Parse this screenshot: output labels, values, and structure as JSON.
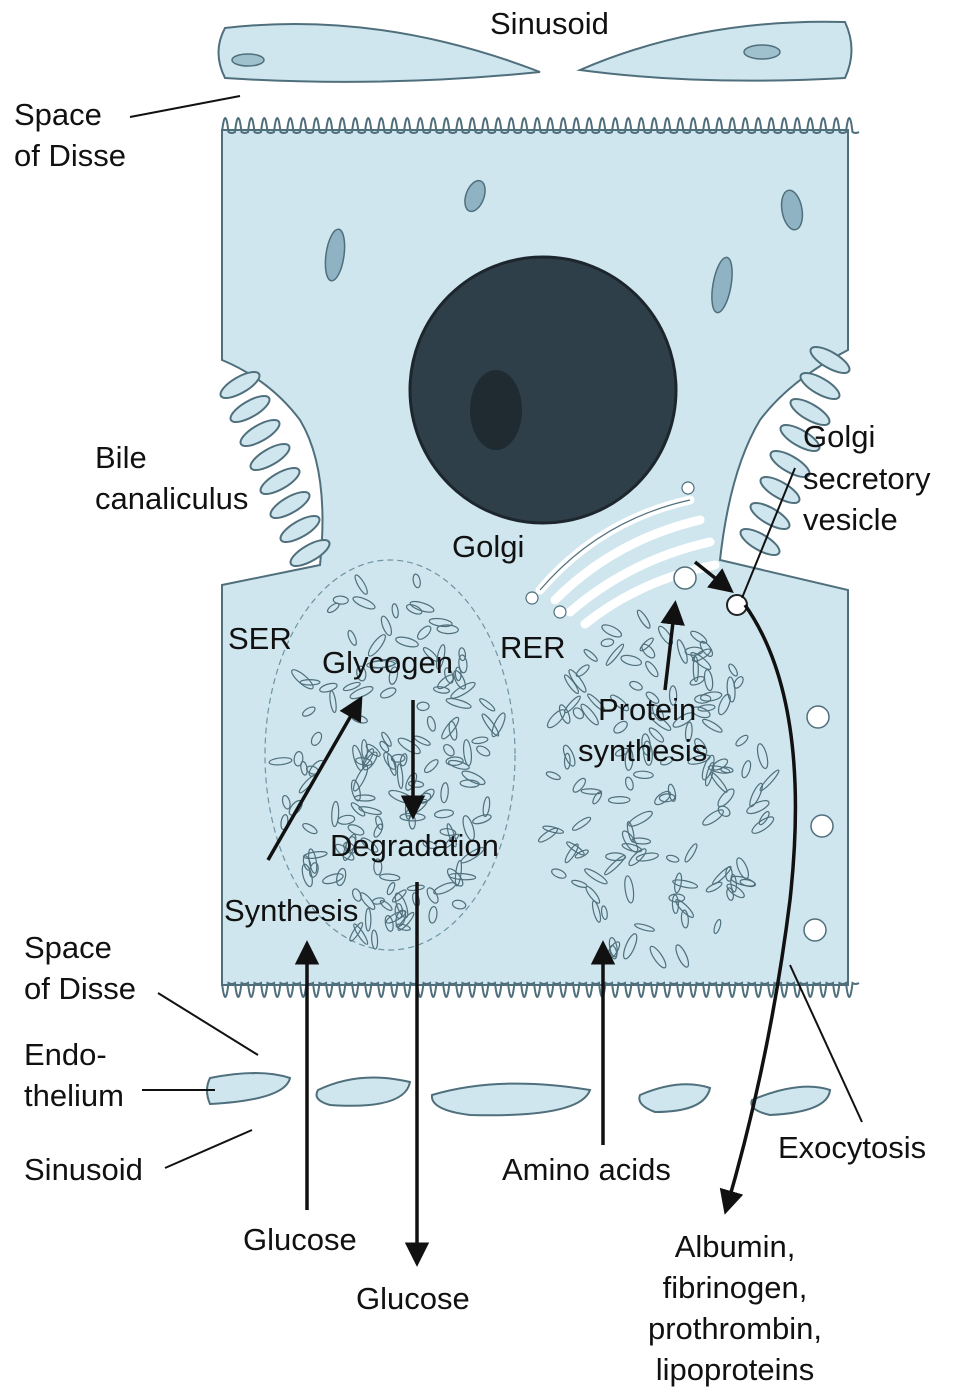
{
  "colors": {
    "cytoplasm": "#cfe6ee",
    "outline": "#4f6f7c",
    "nucleus": "#2f3f49",
    "organelle": "#8fb3c2",
    "arrow": "#111111",
    "background": "#ffffff"
  },
  "labels": {
    "sinusoid_top": "Sinusoid",
    "space_of_disse_top_line1": "Space",
    "space_of_disse_top_line2": "of Disse",
    "bile_line1": "Bile",
    "bile_line2": "canaliculus",
    "golgi_vesicle_line1": "Golgi",
    "golgi_vesicle_line2": "secretory",
    "golgi_vesicle_line3": "vesicle",
    "golgi": "Golgi",
    "ser": "SER",
    "glycogen": "Glycogen",
    "rer": "RER",
    "protein_line1": "Protein",
    "protein_line2": "synthesis",
    "degradation": "Degradation",
    "synthesis": "Synthesis",
    "space_of_disse_bottom_line1": "Space",
    "space_of_disse_bottom_line2": "of Disse",
    "endothelium_line1": "Endo-",
    "endothelium_line2": "thelium",
    "sinusoid_bottom": "Sinusoid",
    "amino_acids": "Amino acids",
    "exocytosis": "Exocytosis",
    "glucose_in": "Glucose",
    "glucose_out": "Glucose",
    "products_line1": "Albumin,",
    "products_line2": "fibrinogen,",
    "products_line3": "prothrombin,",
    "products_line4": "lipoproteins"
  }
}
